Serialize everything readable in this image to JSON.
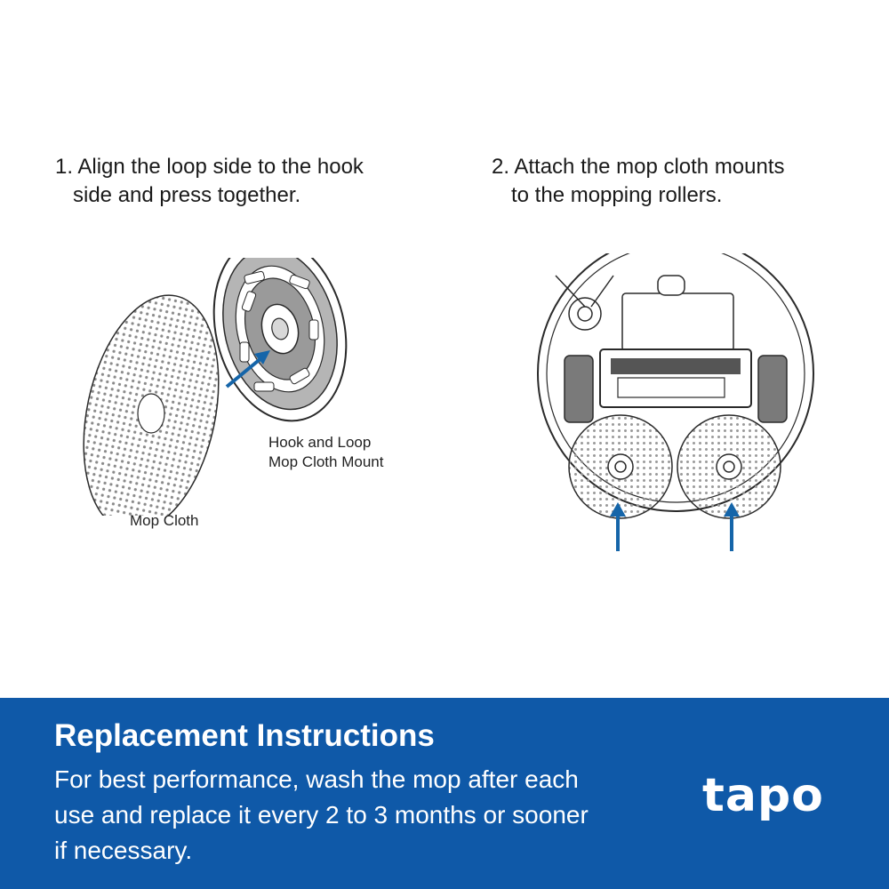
{
  "steps": [
    {
      "line1": "1. Align the loop side to the hook",
      "line2": "side and press together."
    },
    {
      "line1": "2.  Attach the mop cloth mounts",
      "line2": "to the mopping rollers."
    }
  ],
  "labels": {
    "mount_line1": "Hook and Loop",
    "mount_line2": "Mop Cloth Mount",
    "cloth": "Mop Cloth"
  },
  "footer": {
    "title": "Replacement Instructions",
    "body_line1": "For best performance, wash the mop after each",
    "body_line2": "use and replace it every 2 to 3 months or sooner",
    "body_line3": "if necessary.",
    "brand": "tapo",
    "background_color": "#0f59a8",
    "text_color": "#ffffff"
  },
  "colors": {
    "arrow": "#1565a9",
    "line_art": "#2a2a2a",
    "mount_fill": "#9a9a9a"
  }
}
